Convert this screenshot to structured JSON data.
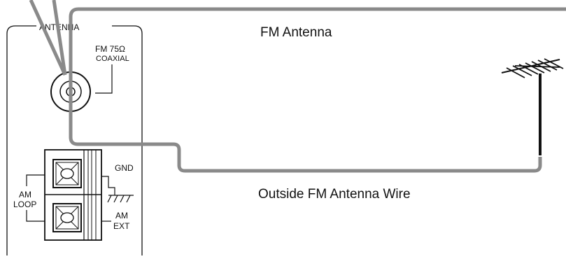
{
  "panel": {
    "title": "ANTENNA",
    "fm_label": "FM  75Ω",
    "coaxial_label": "COAXIAL",
    "gnd_label": "GND",
    "am_loop_line1": "AM",
    "am_loop_line2": "LOOP",
    "am_ext_line1": "AM",
    "am_ext_line2": "EXT"
  },
  "labels": {
    "fm_antenna": "FM Antenna",
    "outside_wire": "Outside FM Antenna Wire"
  },
  "colors": {
    "wire": "#8a8a8a",
    "line": "#111111",
    "background": "#ffffff"
  }
}
